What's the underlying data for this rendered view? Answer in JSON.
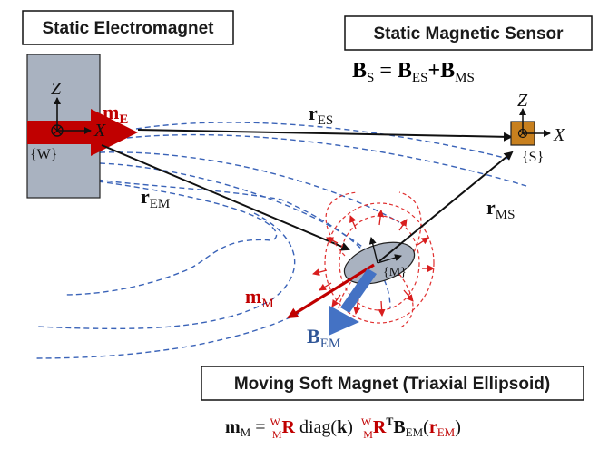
{
  "labels": {
    "electromagnet_title": "Static Electromagnet",
    "sensor_title": "Static Magnetic Sensor",
    "soft_magnet_title": "Moving Soft Magnet (Triaxial Ellipsoid)"
  },
  "frames": {
    "world": {
      "name": "{W}",
      "z": "Z",
      "x": "X"
    },
    "sensor": {
      "name": "{S}",
      "z": "Z",
      "x": "X"
    },
    "magnet": {
      "name": "{M}"
    }
  },
  "vectors": {
    "m_E": {
      "base": "m",
      "sub": "E"
    },
    "r_ES": {
      "base": "r",
      "sub": "ES"
    },
    "r_EM": {
      "base": "r",
      "sub": "EM"
    },
    "r_MS": {
      "base": "r",
      "sub": "MS"
    },
    "m_M": {
      "base": "m",
      "sub": "M"
    },
    "B_EM": {
      "base": "B",
      "sub": "EM"
    }
  },
  "equations": {
    "sensor": {
      "lhs_base": "B",
      "lhs_sub": "S",
      "eq": " = ",
      "t1_base": "B",
      "t1_sub": "ES",
      "plus": "+",
      "t2_base": "B",
      "t2_sub": "MS"
    },
    "soft": {
      "lhs_base": "m",
      "lhs_sub": "M",
      "eq": " = ",
      "r_sup": "W",
      "r_sub": "M",
      "r": "R",
      "diag": " diag(",
      "k": "k",
      "close": ") ",
      "r2_sup": "W",
      "r2_sub": "M",
      "r2": "R",
      "t": "T",
      "b": "B",
      "b_sub": "EM",
      "open": "(",
      "rv": "r",
      "rv_sub": "EM",
      "end": ")"
    }
  },
  "colors": {
    "red": "#c00000",
    "blue": "#4472c4",
    "dark_blue": "#2f5597",
    "dash_blue": "#3a63b8",
    "sensor_fill": "#c8801e",
    "magnet_fill": "#a9b2c0"
  }
}
